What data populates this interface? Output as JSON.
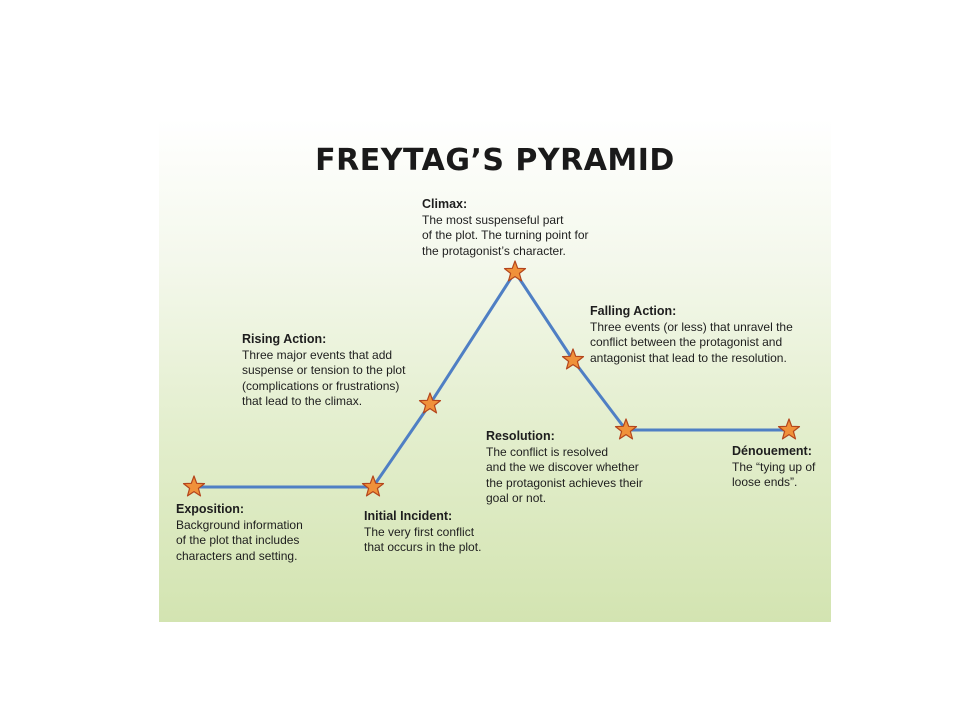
{
  "title": "FREYTAG’S PYRAMID",
  "stages": {
    "exposition": {
      "heading": "Exposition:",
      "text": "Background information\nof the plot that includes\ncharacters and setting."
    },
    "initial_incident": {
      "heading": "Initial Incident:",
      "text": "The very first conflict\nthat occurs in the plot."
    },
    "rising_action": {
      "heading": "Rising Action:",
      "text": "Three major events that add\nsuspense or tension to the plot\n(complications or frustrations)\nthat lead to the climax."
    },
    "climax": {
      "heading": "Climax:",
      "text": "The most suspenseful part\nof the plot. The turning point for\nthe protagonist’s character."
    },
    "falling_action": {
      "heading": "Falling Action:",
      "text": "Three events (or less) that unravel the\nconflict between the protagonist and\nantagonist that lead to the resolution."
    },
    "resolution": {
      "heading": "Resolution:",
      "text": "The conflict is resolved\nand the we discover whether\nthe protagonist achieves their\ngoal or not."
    },
    "denouement": {
      "heading": "Dénouement:",
      "text": "The “tying up of\nloose ends”."
    }
  },
  "colors": {
    "line": "#4f7fc4",
    "star_fill": "#f0913a",
    "star_stroke": "#b4451c"
  }
}
